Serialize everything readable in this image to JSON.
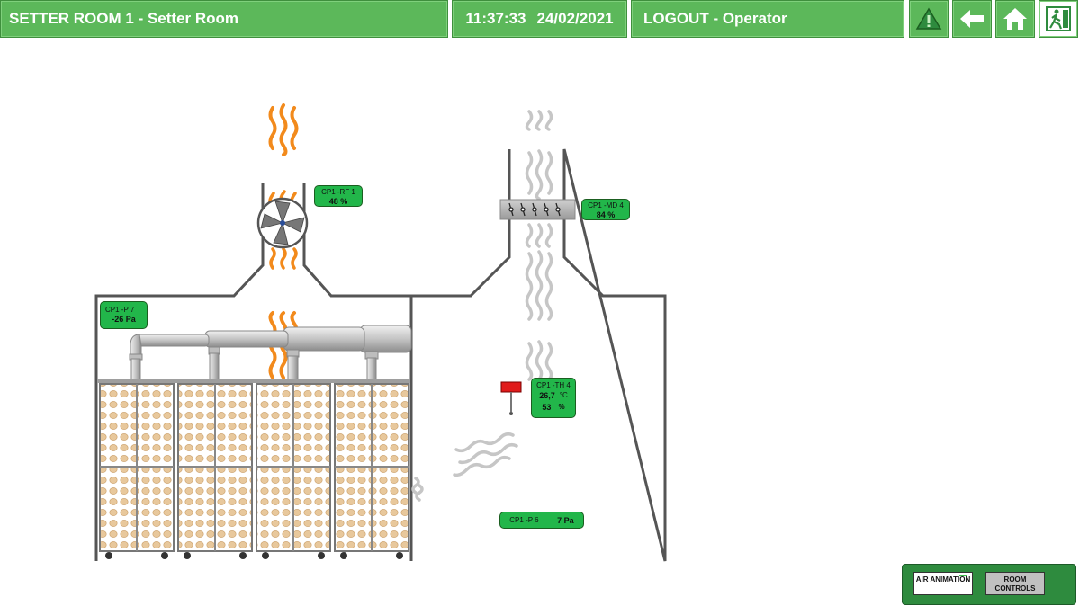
{
  "header": {
    "title": "SETTER ROOM 1 - Setter Room",
    "time": "11:37:33",
    "date": "24/02/2021",
    "logout_label": "LOGOUT - Operator"
  },
  "nav": {
    "alarm_icon": "warning-icon",
    "back_icon": "back-arrow-icon",
    "home_icon": "home-icon",
    "exit_icon": "exit-icon"
  },
  "indicators": {
    "rf": {
      "tag": "CP1 -RF 1",
      "value": "48 %"
    },
    "md": {
      "tag": "CP1 -MD 4",
      "value": "84 %"
    },
    "p7": {
      "tag": "CP1 -P 7",
      "value": "-26 Pa"
    },
    "th": {
      "tag": "CP1 -TH 4",
      "temp": "26,7",
      "temp_unit": "°C",
      "hum": "53",
      "hum_unit": "%"
    },
    "p6": {
      "tag": "CP1 -P 6",
      "value": "7 Pa"
    }
  },
  "controls": {
    "air_animation": "AIR ANIMATION",
    "room_controls": "ROOM CONTROLS"
  },
  "colors": {
    "header_green": "#5cb85a",
    "indicator_green": "#22b64a",
    "hot_air": "#f28a1c",
    "cold_air": "#c6c6c6",
    "wall": "#555555"
  }
}
